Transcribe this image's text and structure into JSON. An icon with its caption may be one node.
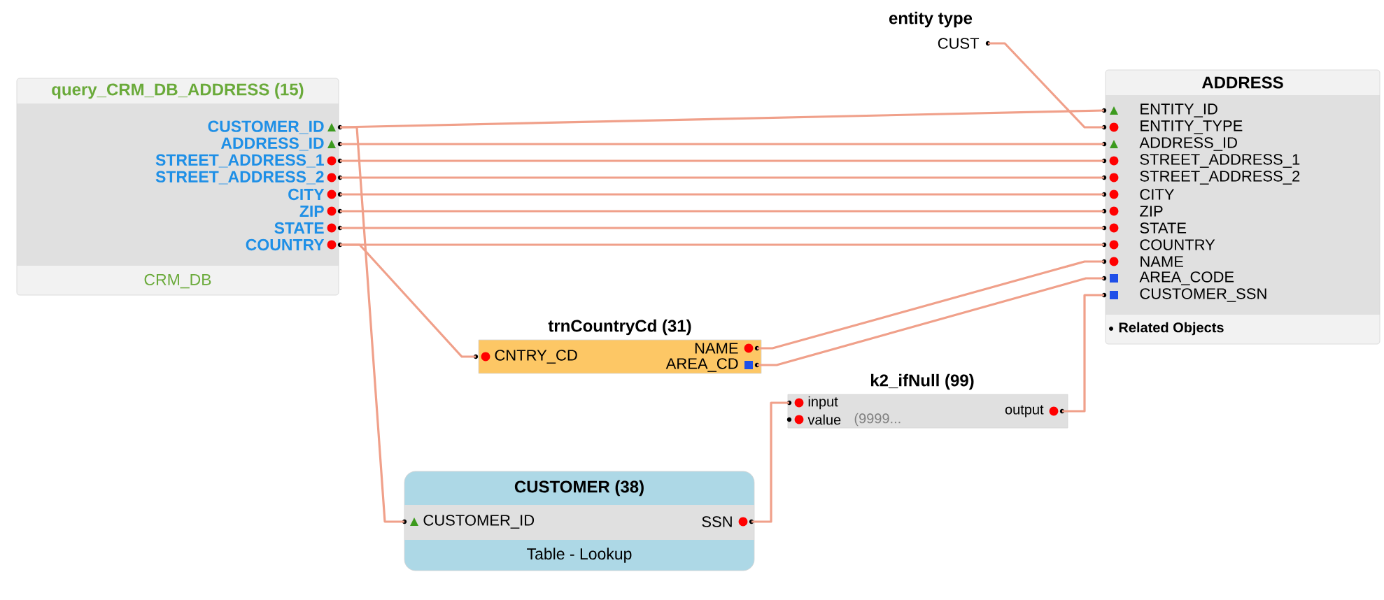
{
  "diagram": {
    "nodes": [
      {
        "text": [
          "query_CRM_DB_ADDRESS (15)",
          "CRM_DB"
        ]
      },
      {
        "text": [
          "CUSTOMER_ID"
        ],
        "in": 0
      },
      {
        "text": [
          "ADDRESS_ID"
        ],
        "in": 0
      },
      {
        "text": [
          "STREET_ADDRESS_1"
        ],
        "in": 0
      },
      {
        "text": [
          "STREET_ADDRESS_2"
        ],
        "in": 0
      },
      {
        "text": [
          "CITY"
        ],
        "in": 0
      },
      {
        "text": [
          "ZIP"
        ],
        "in": 0
      },
      {
        "text": [
          "STATE"
        ],
        "in": 0
      },
      {
        "text": [
          "COUNTRY"
        ],
        "in": 0
      },
      {
        "text": [
          "CUST"
        ],
        "beside": [
          "entity type"
        ]
      },
      {
        "text": [
          "ADDRESS",
          "Related Objects"
        ]
      },
      {
        "text": [
          "ENTITY_ID"
        ],
        "in": 10
      },
      {
        "text": [
          "ENTITY_TYPE"
        ],
        "in": 10
      },
      {
        "text": [
          "ADDRESS_ID"
        ],
        "in": 10
      },
      {
        "text": [
          "STREET_ADDRESS_1"
        ],
        "in": 10
      },
      {
        "text": [
          "STREET_ADDRESS_2"
        ],
        "in": 10
      },
      {
        "text": [
          "CITY"
        ],
        "in": 10
      },
      {
        "text": [
          "ZIP"
        ],
        "in": 10
      },
      {
        "text": [
          "STATE"
        ],
        "in": 10
      },
      {
        "text": [
          "COUNTRY"
        ],
        "in": 10
      },
      {
        "text": [
          "NAME"
        ],
        "in": 10
      },
      {
        "text": [
          "AREA_CODE"
        ],
        "in": 10
      },
      {
        "text": [
          "CUSTOMER_SSN"
        ],
        "in": 10
      },
      {
        "text": [
          "trnCountryCd (31)"
        ]
      },
      {
        "text": [
          "CNTRY_CD"
        ],
        "in": 23
      },
      {
        "text": [
          "NAME"
        ],
        "in": 23
      },
      {
        "text": [
          "AREA_CD"
        ],
        "in": 23
      },
      {
        "text": [
          "k2_ifNull (99)"
        ]
      },
      {
        "text": [
          "input"
        ],
        "in": 27
      },
      {
        "text": [
          "value",
          "(9999..."
        ],
        "in": 27
      },
      {
        "text": [
          "output"
        ],
        "in": 27
      },
      {
        "text": [
          "CUSTOMER (38)",
          "Table - Lookup"
        ]
      },
      {
        "text": [
          "CUSTOMER_ID"
        ],
        "in": 31
      },
      {
        "text": [
          "SSN"
        ],
        "in": 31
      }
    ],
    "edges": [
      {
        "from": 1,
        "to": 11,
        "arrow": "none"
      },
      {
        "from": 9,
        "to": 12,
        "arrow": "none"
      },
      {
        "from": 2,
        "to": 13,
        "arrow": "none"
      },
      {
        "from": 3,
        "to": 14,
        "arrow": "none"
      },
      {
        "from": 4,
        "to": 15,
        "arrow": "none"
      },
      {
        "from": 5,
        "to": 16,
        "arrow": "none"
      },
      {
        "from": 6,
        "to": 17,
        "arrow": "none"
      },
      {
        "from": 7,
        "to": 18,
        "arrow": "none"
      },
      {
        "from": 8,
        "to": 19,
        "arrow": "none"
      },
      {
        "from": 8,
        "to": 24,
        "arrow": "none"
      },
      {
        "from": 1,
        "to": 32,
        "arrow": "none"
      },
      {
        "from": 25,
        "to": 20,
        "arrow": "none"
      },
      {
        "from": 26,
        "to": 21,
        "arrow": "none"
      },
      {
        "from": 33,
        "to": 28,
        "arrow": "none"
      },
      {
        "from": 30,
        "to": 22,
        "arrow": "none"
      }
    ]
  }
}
